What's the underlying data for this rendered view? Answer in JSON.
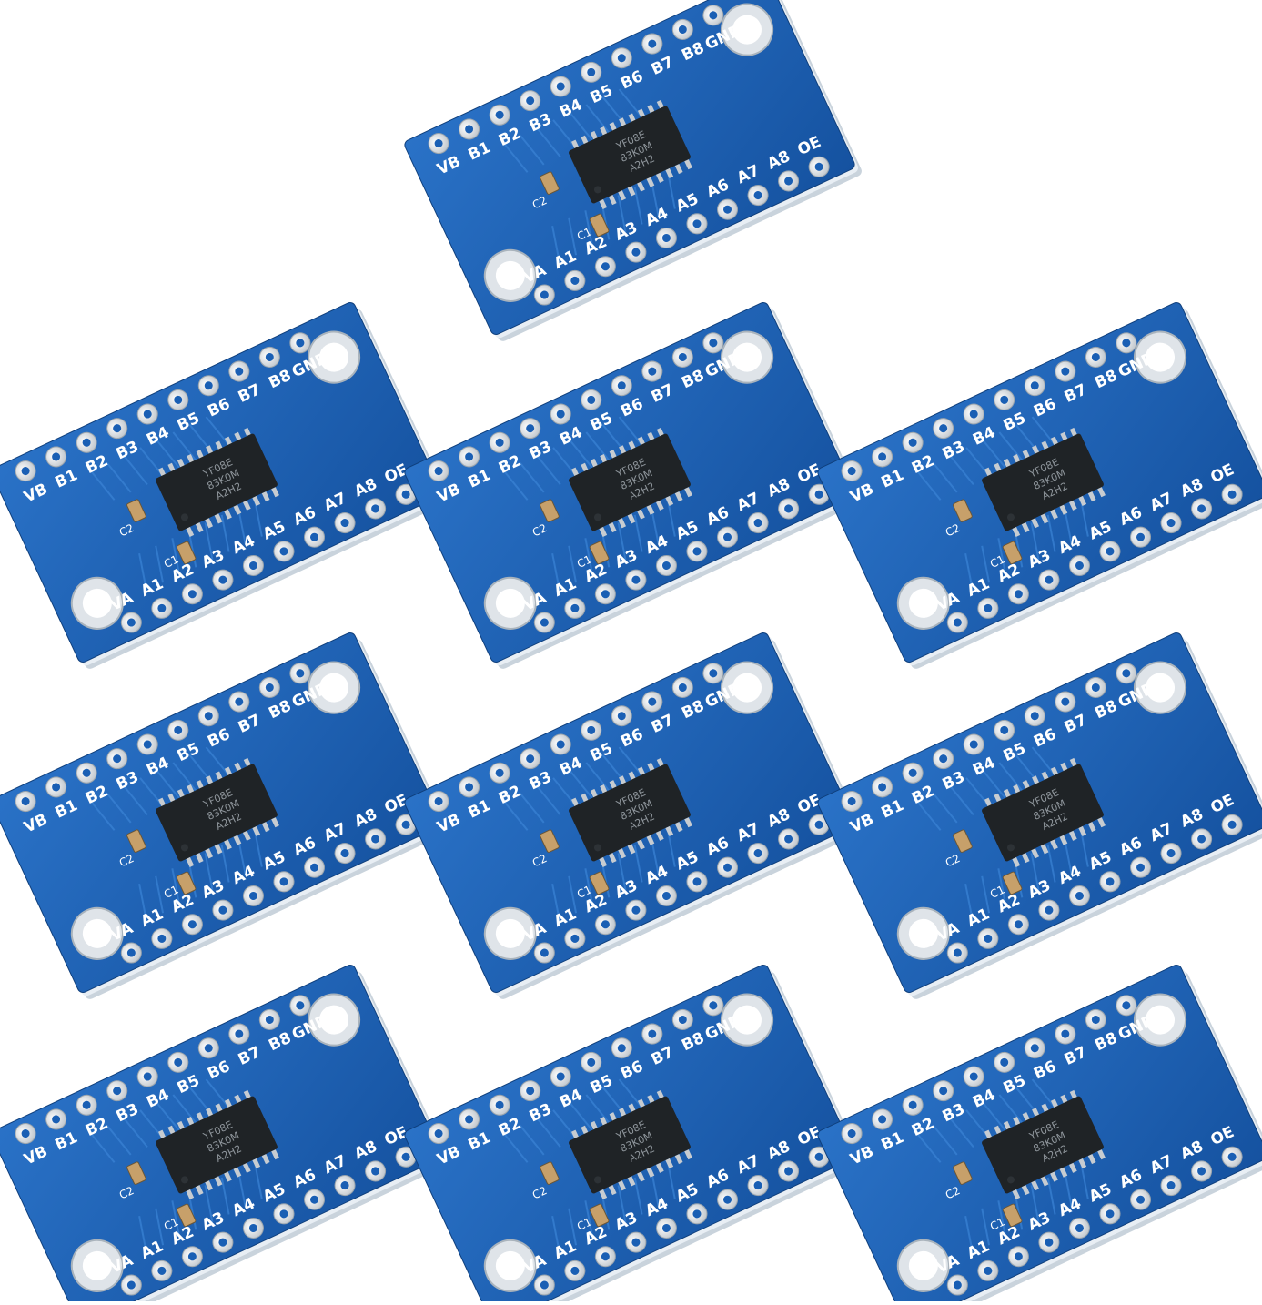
{
  "product": {
    "board_count": 10,
    "board_color": "#1a5fb4",
    "board_edge_color": "#e8eef4",
    "pad_color": "#e6e9ec",
    "chip_color": "#1f2326"
  },
  "labels": {
    "top_row": [
      "VB",
      "B1",
      "B2",
      "B3",
      "B4",
      "B5",
      "B6",
      "B7",
      "B8",
      "GND"
    ],
    "bottom_row": [
      "VA",
      "A1",
      "A2",
      "A3",
      "A4",
      "A5",
      "A6",
      "A7",
      "A8",
      "OE"
    ],
    "c1": "C1",
    "c2": "C2",
    "chip_marking": [
      "YF08E",
      "83K0M",
      "A2H2"
    ]
  }
}
